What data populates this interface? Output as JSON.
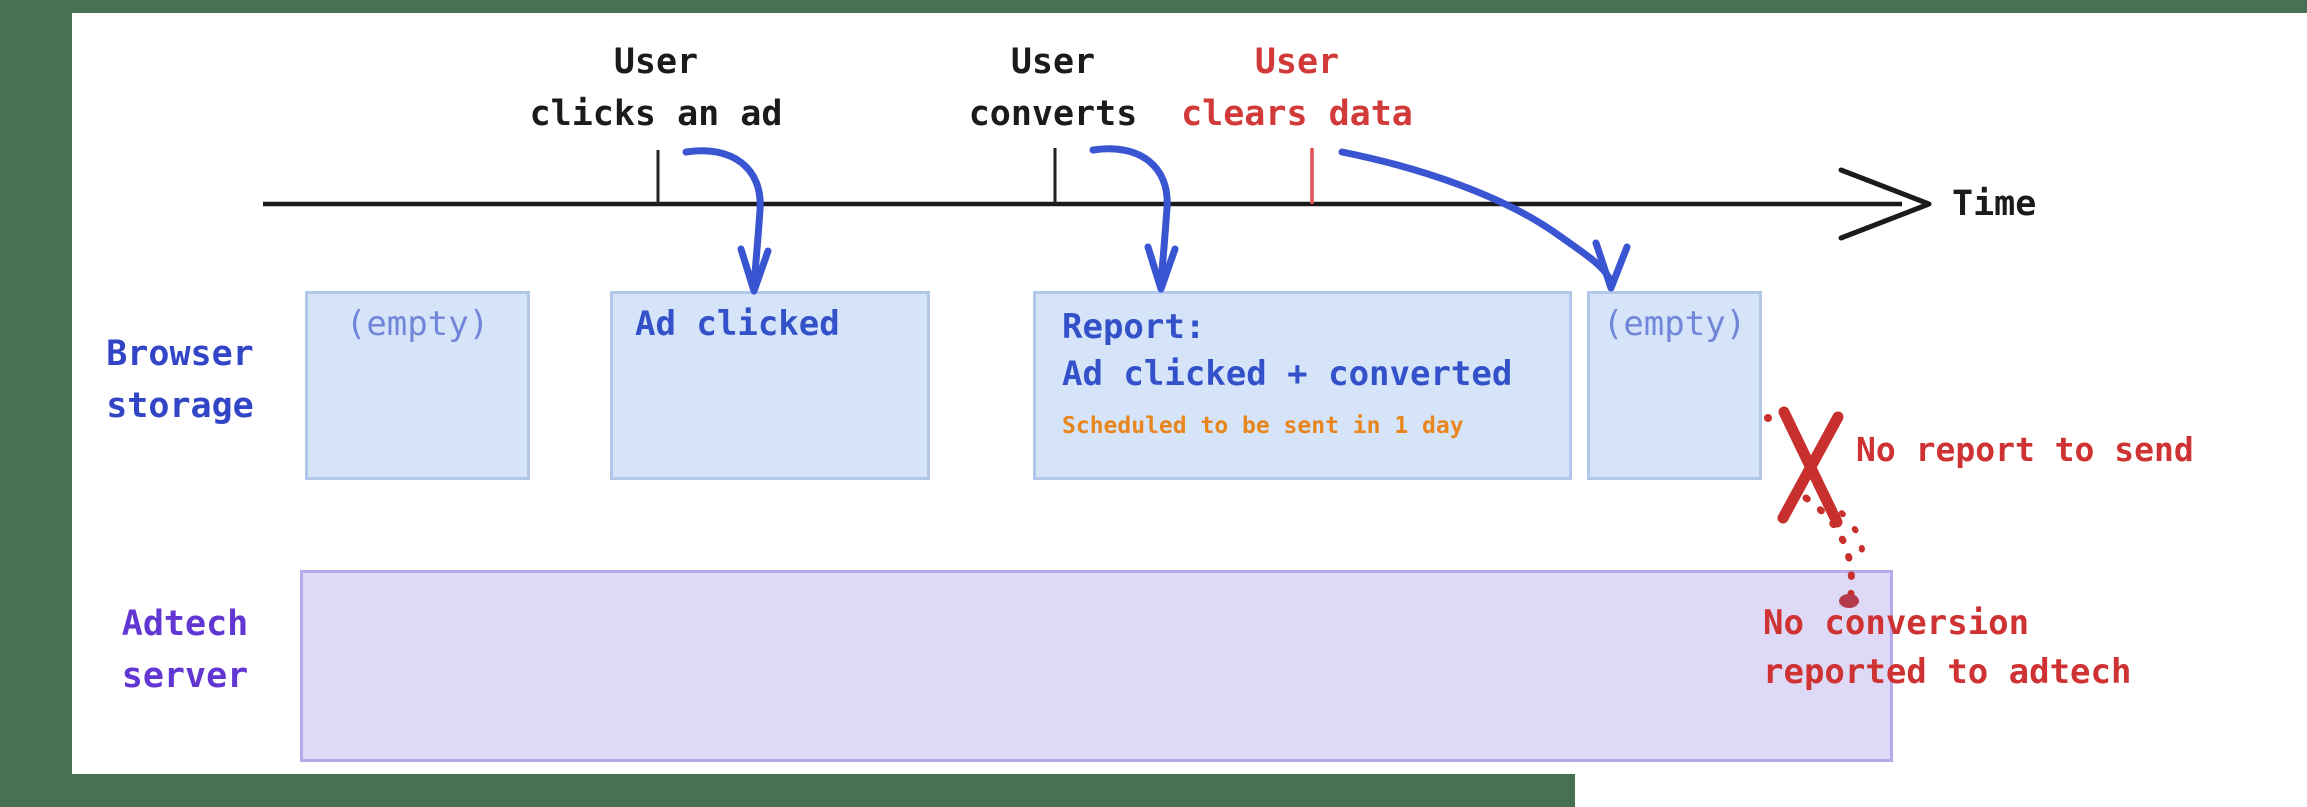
{
  "frame": {
    "background_color": "#487053",
    "sheet_color": "#ffffff"
  },
  "timeline": {
    "axis_label": "Time",
    "events": [
      {
        "line1": "User",
        "line2": "clicks an ad",
        "color": "#1b1b1b"
      },
      {
        "line1": "User",
        "line2": "converts",
        "color": "#1b1b1b"
      },
      {
        "line1": "User",
        "line2": "clears data",
        "color": "#d23a3a"
      }
    ]
  },
  "rows": {
    "browser_storage": {
      "label_line1": "Browser",
      "label_line2": "storage",
      "boxes": [
        {
          "text": "(empty)"
        },
        {
          "text": "Ad clicked"
        },
        {
          "title": "Report:",
          "subtitle": "Ad clicked + converted",
          "note": "Scheduled to be sent in 1 day"
        },
        {
          "text": "(empty)"
        }
      ]
    },
    "adtech_server": {
      "label_line1": "Adtech",
      "label_line2": "server"
    }
  },
  "annotations": {
    "no_report": "No report to send",
    "no_conversion_line1": "No conversion",
    "no_conversion_line2": "reported to adtech"
  },
  "colors": {
    "arrow_blue": "#3a55d2",
    "storage_box_fill": "#d5e4f8",
    "server_box_fill": "#ded9f6",
    "note_orange": "#e8861d",
    "annotation_red": "#ce3232",
    "empty_text_blue": "#7186d8",
    "storage_text_blue": "#3351c9",
    "browser_label_blue": "#3145c6",
    "adtech_label_purple": "#6236d2"
  }
}
